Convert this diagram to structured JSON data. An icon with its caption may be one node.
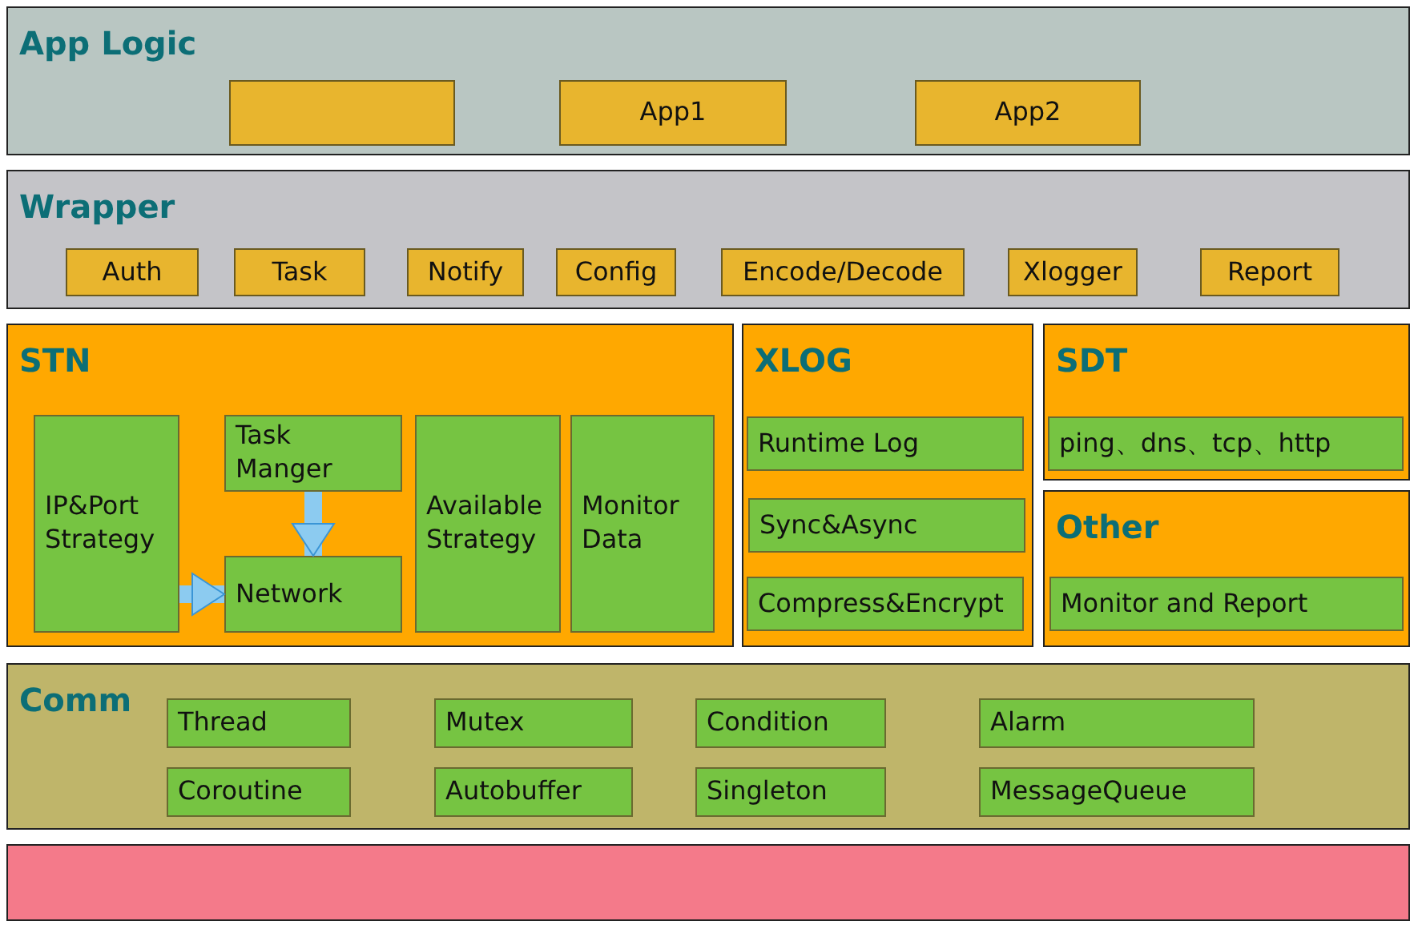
{
  "diagram": {
    "nodes": [
      {
        "text": [
          "App Logic"
        ]
      },
      {
        "text": [],
        "shape": "box",
        "in": 0
      },
      {
        "text": [
          "App1"
        ],
        "in": 0
      },
      {
        "text": [
          "App2"
        ],
        "in": 0
      },
      {
        "text": [
          "Wrapper"
        ]
      },
      {
        "text": [
          "Auth"
        ],
        "in": 4
      },
      {
        "text": [
          "Task"
        ],
        "in": 4
      },
      {
        "text": [
          "Notify"
        ],
        "in": 4
      },
      {
        "text": [
          "Config"
        ],
        "in": 4
      },
      {
        "text": [
          "Encode/Decode"
        ],
        "in": 4
      },
      {
        "text": [
          "Xlogger"
        ],
        "in": 4
      },
      {
        "text": [
          "Report"
        ],
        "in": 4
      },
      {
        "text": [
          "STN"
        ]
      },
      {
        "text": [
          "IP&Port Strategy"
        ],
        "in": 12
      },
      {
        "text": [
          "Task Manger"
        ],
        "in": 12
      },
      {
        "text": [
          "Network"
        ],
        "in": 12
      },
      {
        "text": [
          "Available Strategy"
        ],
        "in": 12
      },
      {
        "text": [
          "Monitor Data"
        ],
        "in": 12
      },
      {
        "text": [
          "XLOG"
        ]
      },
      {
        "text": [
          "Runtime Log"
        ],
        "in": 18
      },
      {
        "text": [
          "Sync&Async"
        ],
        "in": 18
      },
      {
        "text": [
          "Compress&Encrypt"
        ],
        "in": 18
      },
      {
        "text": [
          "SDT"
        ]
      },
      {
        "text": [
          "ping、dns、tcp、http"
        ],
        "in": 22
      },
      {
        "text": [
          "Other"
        ]
      },
      {
        "text": [
          "Monitor and Report"
        ],
        "in": 24
      },
      {
        "text": [
          "Comm"
        ]
      },
      {
        "text": [
          "Thread"
        ],
        "in": 26
      },
      {
        "text": [
          "Mutex"
        ],
        "in": 26
      },
      {
        "text": [
          "Condition"
        ],
        "in": 26
      },
      {
        "text": [
          "Alarm"
        ],
        "in": 26
      },
      {
        "text": [
          "Coroutine"
        ],
        "in": 26
      },
      {
        "text": [
          "Autobuffer"
        ],
        "in": 26
      },
      {
        "text": [
          "Singleton"
        ],
        "in": 26
      },
      {
        "text": [
          "MessageQueue"
        ],
        "in": 26
      },
      {
        "text": [],
        "shape": "box"
      }
    ],
    "edges": [
      {
        "from": 13,
        "to": 15,
        "arrow": "to"
      },
      {
        "from": 14,
        "to": 15,
        "arrow": "to"
      }
    ]
  }
}
